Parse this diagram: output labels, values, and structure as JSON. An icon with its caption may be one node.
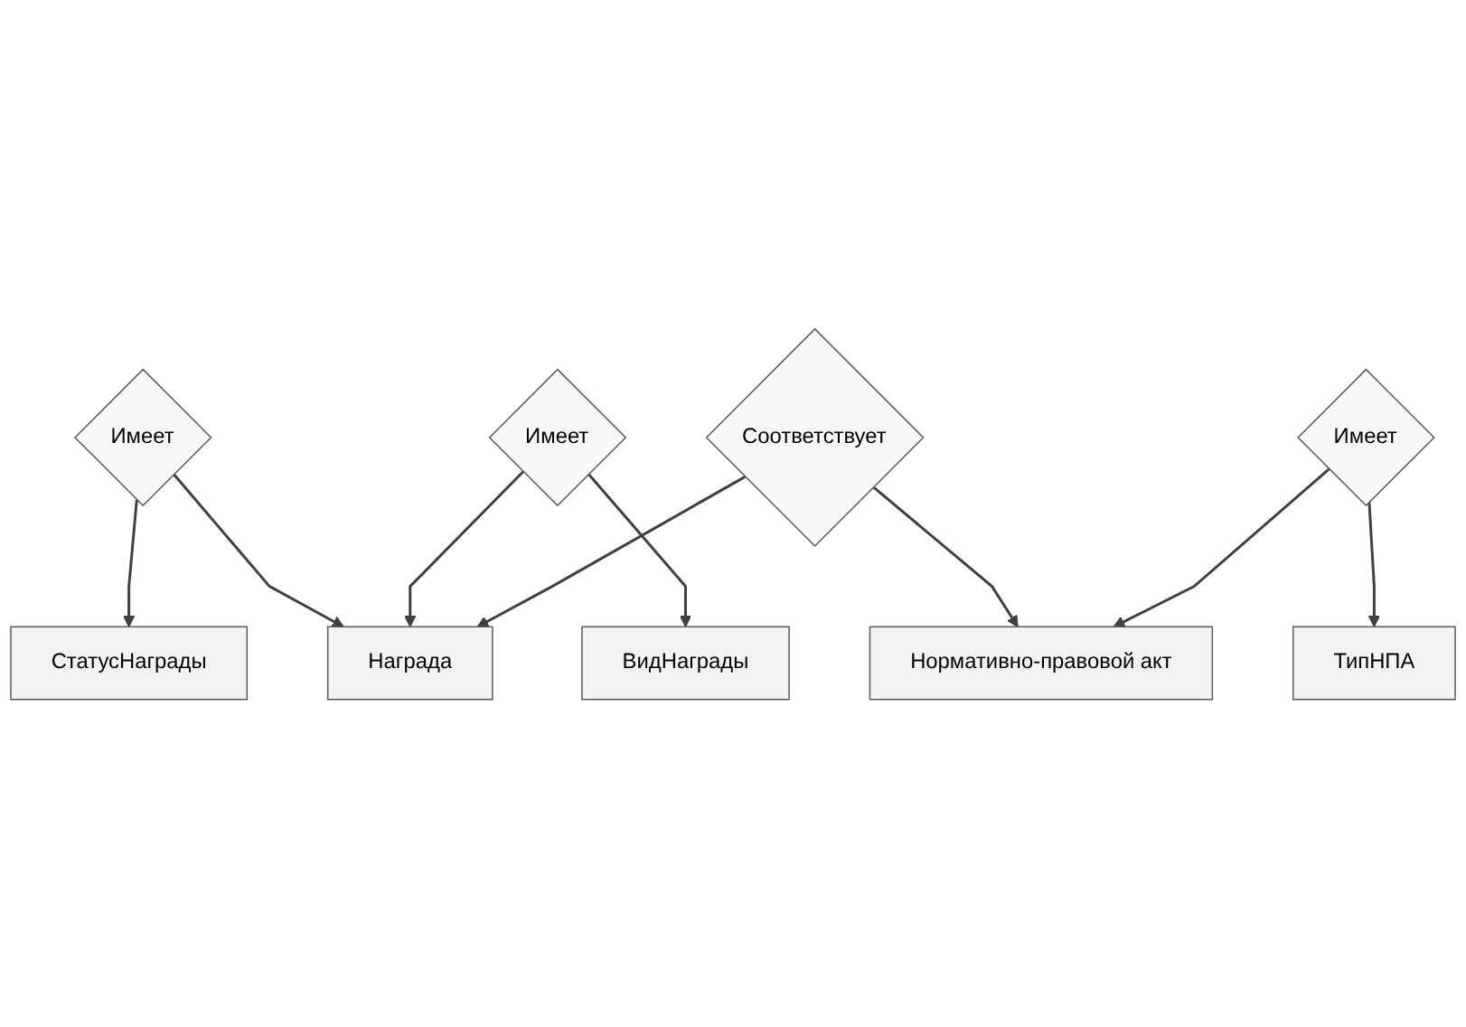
{
  "diagram": {
    "nodes": [
      {
        "text": [
          "ВидНаграды"
        ]
      },
      {
        "text": [
          "Имеет"
        ]
      },
      {
        "text": [
          "СтатусНаграды"
        ]
      },
      {
        "text": [
          "Имеет"
        ]
      },
      {
        "text": [
          "Награда"
        ]
      },
      {
        "text": [
          "Соответствует"
        ]
      },
      {
        "text": [
          "ТипНПА"
        ]
      },
      {
        "text": [
          "Имеет"
        ]
      },
      {
        "text": [
          "Нормативно-правовой акт"
        ]
      }
    ],
    "edges": [
      {
        "from": 3,
        "to": 0,
        "arrow": "to"
      },
      {
        "from": 1,
        "to": 2,
        "arrow": "to"
      },
      {
        "from": 1,
        "to": 4,
        "arrow": "to"
      },
      {
        "from": 3,
        "to": 4,
        "arrow": "to"
      },
      {
        "from": 5,
        "to": 4,
        "arrow": "to"
      },
      {
        "from": 5,
        "to": 8,
        "arrow": "to"
      },
      {
        "from": 7,
        "to": 6,
        "arrow": "to"
      },
      {
        "from": 7,
        "to": 8,
        "arrow": "to"
      }
    ]
  }
}
